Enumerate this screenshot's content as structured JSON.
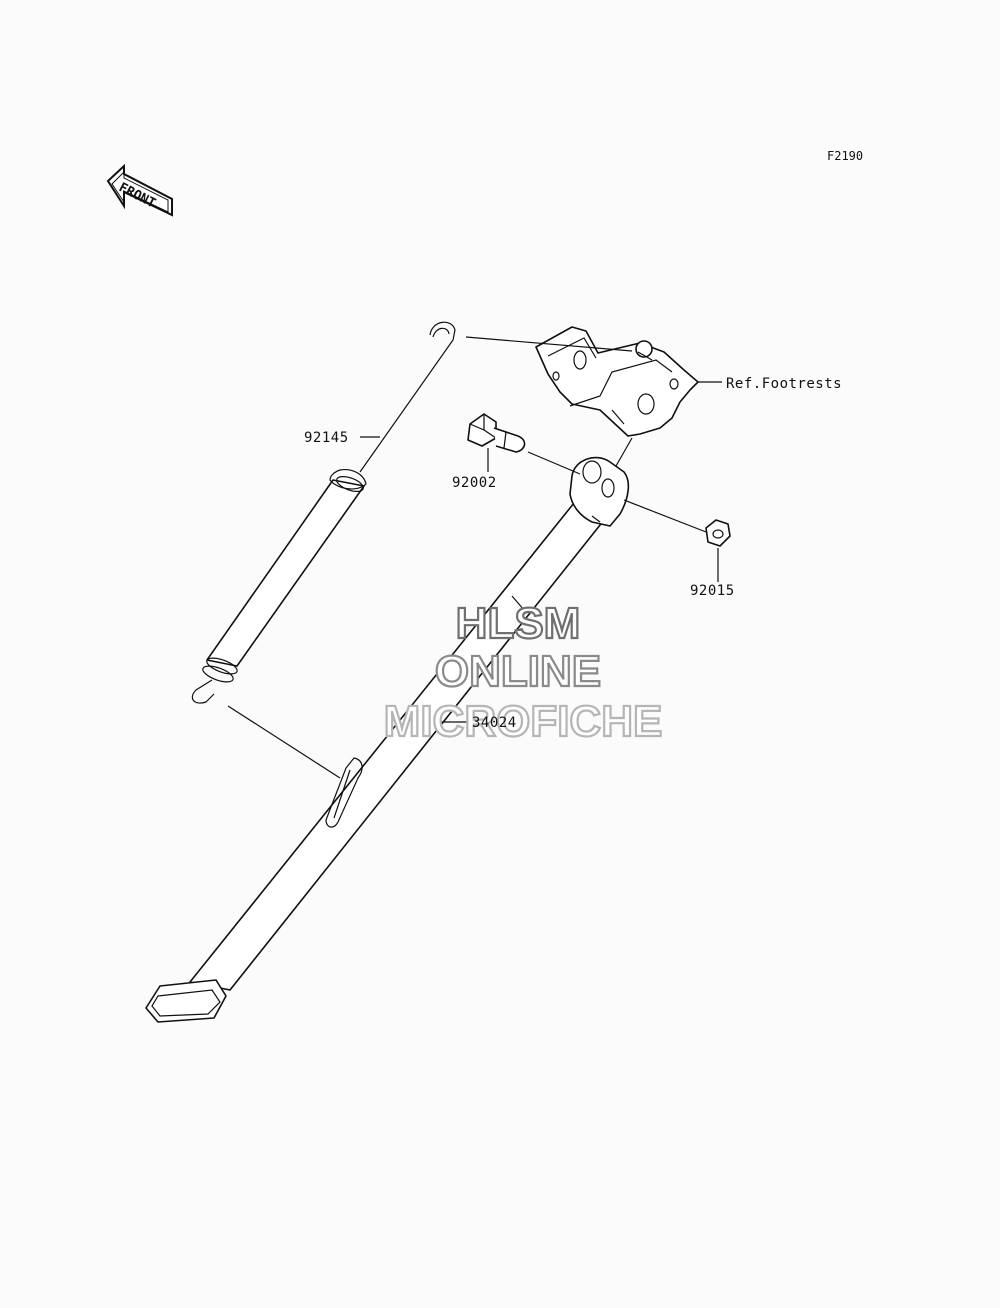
{
  "figure_code": "F2190",
  "front_label": "FRONT",
  "watermark": {
    "line1": "HLSM",
    "line2": "ONLINE",
    "line3": "MICROFICHE",
    "stroke_color": "#777777",
    "light_color": "#aaaaaa"
  },
  "callouts": {
    "spring": "92145",
    "bolt": "92002",
    "nut": "92015",
    "stand": "34024",
    "reference": "Ref.Footrests"
  },
  "colors": {
    "line": "#111111",
    "background": "#fbfbfb"
  }
}
